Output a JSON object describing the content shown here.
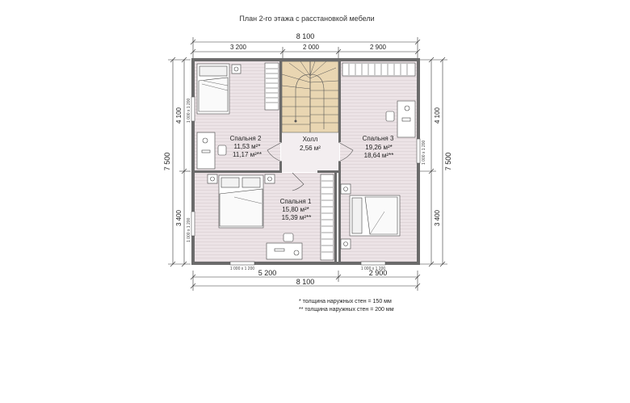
{
  "title": "План 2-го этажа с расстановкой мебели",
  "dimensions": {
    "top_total": "8 100",
    "top_segments": [
      "3 200",
      "2 000",
      "2 900"
    ],
    "bottom_segments": [
      "5 200",
      "2 900"
    ],
    "bottom_total": "8 100",
    "left_total": "7 500",
    "left_segments": [
      "4 100",
      "3 400"
    ],
    "right_total": "7 500",
    "right_segments": [
      "4 100",
      "3 400"
    ]
  },
  "rooms": [
    {
      "id": "bedroom-2",
      "name": "Спальня 2",
      "area1": "11,53 м²*",
      "area2": "11,17 м²**"
    },
    {
      "id": "hall",
      "name": "Холл",
      "area1": "2,56 м²",
      "area2": ""
    },
    {
      "id": "bedroom-3",
      "name": "Спальня 3",
      "area1": "19,26 м²*",
      "area2": "18,64 м²**"
    },
    {
      "id": "bedroom-1",
      "name": "Спальня 1",
      "area1": "15,80 м²*",
      "area2": "15,39 м²**"
    }
  ],
  "windows": {
    "left_upper": "1 000 x 1 200",
    "left_lower": "1 000 x 1 200",
    "right": "1 000 x 1 200",
    "bottom_left": "1 000 x 1 200",
    "bottom_right": "1 000 x 1 200"
  },
  "notes": [
    "*  толщина наружных стен = 150 мм",
    "** толщина наружных стен = 200 мм"
  ],
  "colors": {
    "floor": "#ece3e6",
    "wall": "#6b6b6b",
    "stairs": "#e9d6b2",
    "line": "#333333"
  }
}
